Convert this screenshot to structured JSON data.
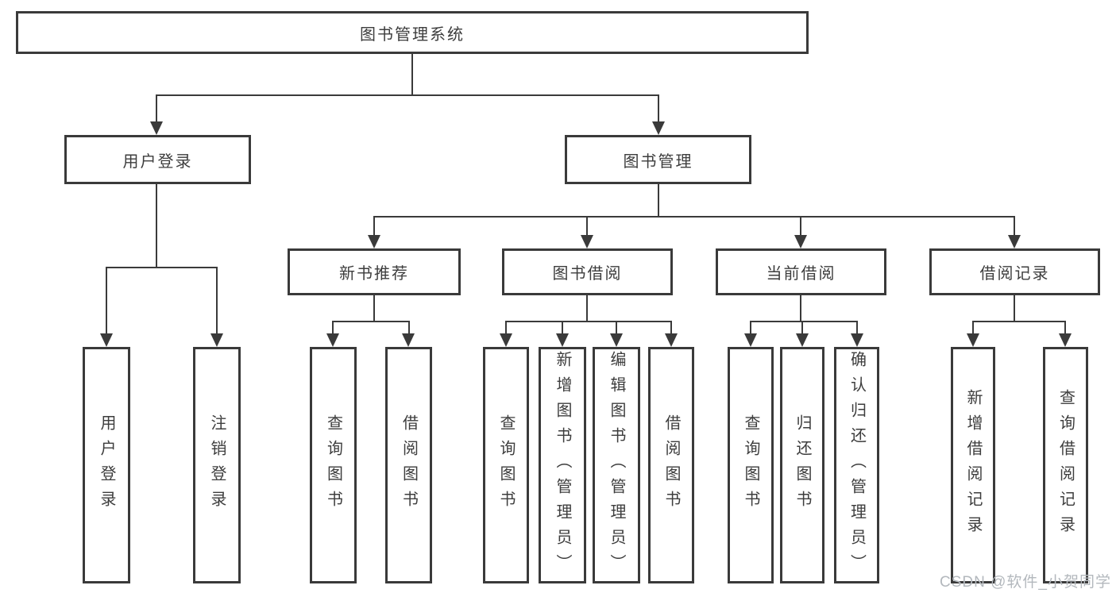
{
  "diagram": {
    "root": {
      "label": "图书管理系统"
    },
    "level2": [
      {
        "label": "用户登录"
      },
      {
        "label": "图书管理"
      }
    ],
    "level3": [
      {
        "label": "新书推荐",
        "parent": "图书管理"
      },
      {
        "label": "图书借阅",
        "parent": "图书管理"
      },
      {
        "label": "当前借阅",
        "parent": "图书管理"
      },
      {
        "label": "借阅记录",
        "parent": "图书管理"
      }
    ],
    "leaves": [
      {
        "label": "用户登录",
        "parent": "用户登录"
      },
      {
        "label": "注销登录",
        "parent": "用户登录"
      },
      {
        "label": "查询图书",
        "parent": "新书推荐"
      },
      {
        "label": "借阅图书",
        "parent": "新书推荐"
      },
      {
        "label": "查询图书",
        "parent": "图书借阅"
      },
      {
        "label": "新增图书（管理员）",
        "parent": "图书借阅"
      },
      {
        "label": "编辑图书（管理员）",
        "parent": "图书借阅"
      },
      {
        "label": "借阅图书",
        "parent": "图书借阅"
      },
      {
        "label": "查询图书",
        "parent": "当前借阅"
      },
      {
        "label": "归还图书",
        "parent": "当前借阅"
      },
      {
        "label": "确认归还（管理员）",
        "parent": "当前借阅"
      },
      {
        "label": "新增借阅记录",
        "parent": "借阅记录"
      },
      {
        "label": "查询借阅记录",
        "parent": "借阅记录"
      }
    ]
  },
  "watermark": "CSDN @软件_小贺同学",
  "colors": {
    "line": "#3a3a3a",
    "text": "#3d3d3d",
    "watermark": "#b3b8bd",
    "background": "#ffffff"
  }
}
